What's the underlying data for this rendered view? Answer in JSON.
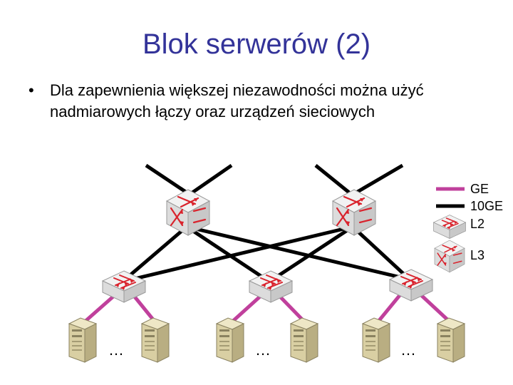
{
  "slide": {
    "title": "Blok serwerów (2)",
    "bullet_marker": "•",
    "bullet": "Dla zapewnienia większej niezawodności można użyć nadmiarowych łączy oraz urządzeń sieciowych"
  },
  "legend": {
    "items": [
      {
        "label": "GE",
        "kind": "line",
        "color": "#c0409c"
      },
      {
        "label": "10GE",
        "kind": "line",
        "color": "#000000"
      },
      {
        "label": "L2",
        "kind": "l2-switch-icon"
      },
      {
        "label": "L3",
        "kind": "l3-switch-icon"
      }
    ]
  },
  "diagram": {
    "ellipsis": [
      "…",
      "…",
      "…"
    ],
    "colors": {
      "ge_link": "#c0409c",
      "tenge_link": "#000000",
      "switch_body": "#e6e6e6",
      "switch_arrow": "#d9232d",
      "server_body": "#d9cfa3"
    }
  }
}
